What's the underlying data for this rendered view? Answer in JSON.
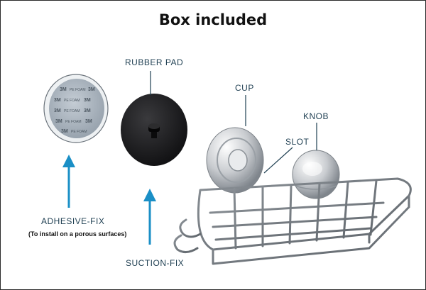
{
  "header": {
    "title": "Box included"
  },
  "labels": {
    "rubber_pad": "RUBBER PAD",
    "cup": "CUP",
    "knob": "KNOB",
    "slot": "SLOT",
    "adhesive_fix": "ADHESIVE-FIX",
    "adhesive_note": "(To install on a porous surfaces)",
    "suction_fix": "SUCTION-FIX"
  },
  "adhesive_print": "3M PE FOAM",
  "colors": {
    "arrow": "#1a8fc6",
    "label": "#1f3f52",
    "pad": "#1c1c1e",
    "foam": "#a9b3bd",
    "chrome": "#c9ccd0"
  }
}
